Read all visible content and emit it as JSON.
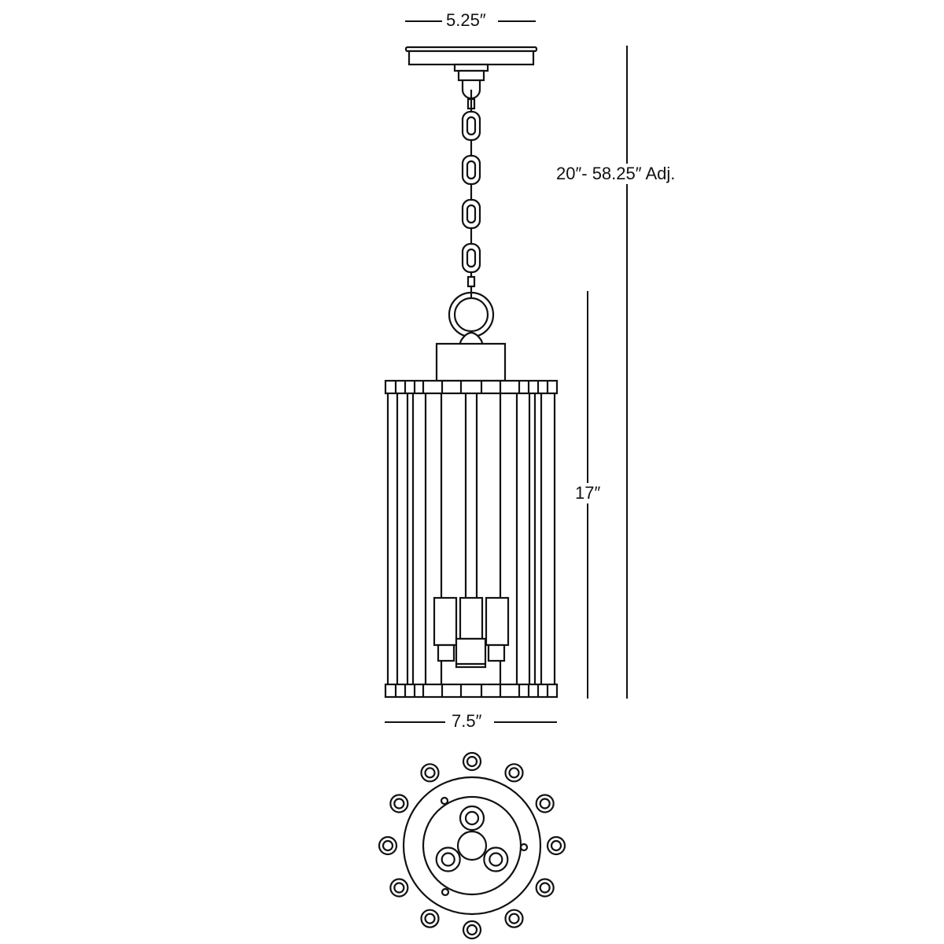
{
  "dimensions": {
    "canopy_width": "5.25″",
    "overall_height": "20″- 58.25″ Adj.",
    "body_height": "17″",
    "body_width": "7.5″"
  },
  "colors": {
    "line": "#111111",
    "background": "#ffffff"
  }
}
